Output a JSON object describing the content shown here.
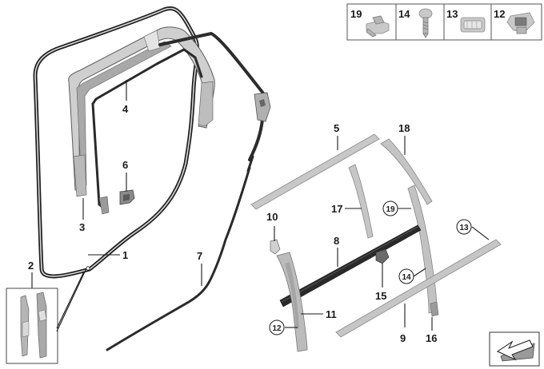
{
  "parts_legend": {
    "items": [
      {
        "number": "19",
        "icon": "bracket-clip-icon"
      },
      {
        "number": "14",
        "icon": "screw-icon"
      },
      {
        "number": "13",
        "icon": "edge-clip-icon"
      },
      {
        "number": "12",
        "icon": "expanding-nut-icon"
      }
    ]
  },
  "callouts": {
    "c1": "1",
    "c2": "2",
    "c3": "3",
    "c4": "4",
    "c5": "5",
    "c6": "6",
    "c7": "7",
    "c8": "8",
    "c9": "9",
    "c10": "10",
    "c11": "11",
    "c15": "15",
    "c16": "16",
    "c17": "17",
    "c18": "18"
  },
  "circled_callouts": {
    "c12": "12",
    "c13": "13",
    "c14": "14",
    "c19": "19"
  },
  "nav_badge": {
    "icon": "direction-arrow-icon"
  }
}
